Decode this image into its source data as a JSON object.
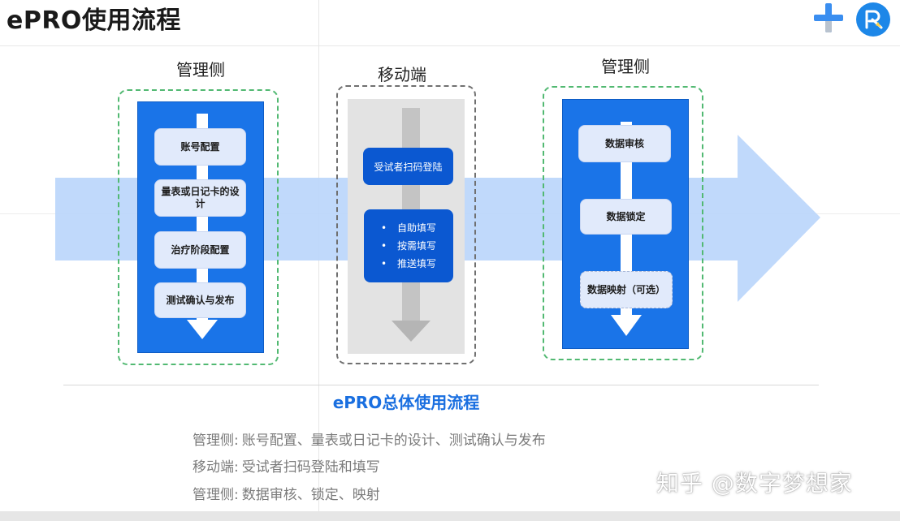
{
  "page_title": "ePRO使用流程",
  "colors": {
    "accent_blue": "#1a74e8",
    "flow_arrow": "#b9d5fb",
    "green_dash": "#52b972",
    "mobile_blue": "#0b58d1",
    "subtitle_blue": "#1a6fe0"
  },
  "header_icons": [
    "plus-icon",
    "brand-logo-icon"
  ],
  "sections": {
    "admin_left": {
      "title": "管理侧",
      "steps": [
        "账号配置",
        "量表或日记卡的设计",
        "治疗阶段配置",
        "测试确认与发布"
      ]
    },
    "mobile": {
      "title": "移动端",
      "login_step": "受试者扫码登陆",
      "fill_items": [
        "自助填写",
        "按需填写",
        "推送填写"
      ]
    },
    "admin_right": {
      "title": "管理侧",
      "steps": [
        "数据审核",
        "数据锁定",
        "数据映射（可选）"
      ]
    }
  },
  "subtitle": "ePRO总体使用流程",
  "summary": [
    {
      "label": "管理侧:",
      "text": "账号配置、量表或日记卡的设计、测试确认与发布"
    },
    {
      "label": "移动端:",
      "text": "受试者扫码登陆和填写"
    },
    {
      "label": "管理侧:",
      "text": "数据审核、锁定、映射"
    }
  ],
  "watermark": "知乎 @数字梦想家"
}
